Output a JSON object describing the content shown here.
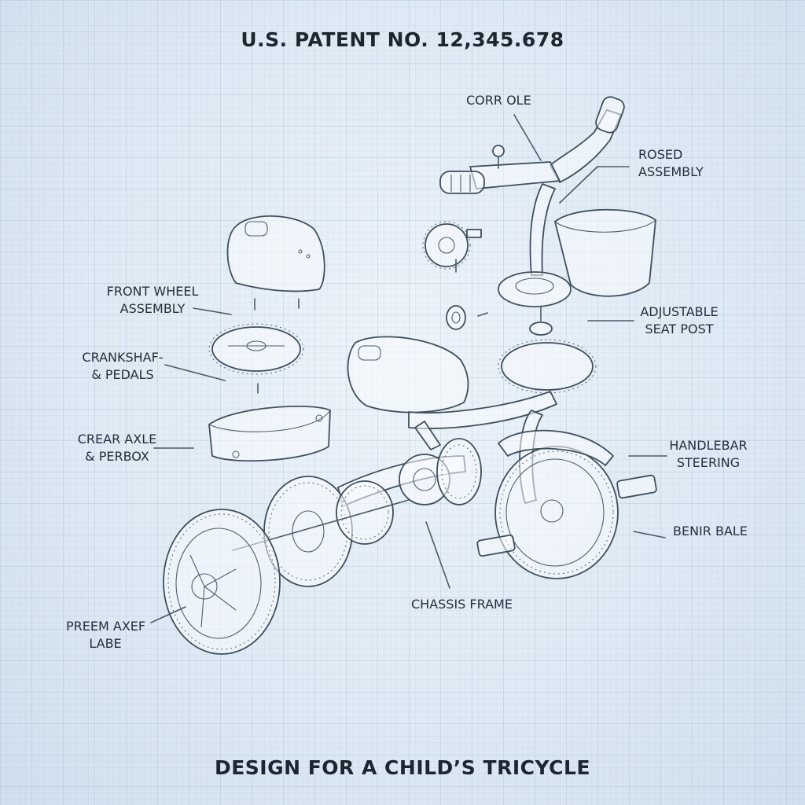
{
  "header": {
    "title": "U.S. PATENT NO. 12,345.678"
  },
  "footer": {
    "caption": "DESIGN FOR A CHILD’S TRICYCLE"
  },
  "labels": {
    "corr_ole": "CORR OLE",
    "rosed_assembly": "ROSED\nASSEMBLY",
    "front_wheel_assembly": "FRONT WHEEL\nASSEMBLY",
    "adjustable_seat_post": "ADJUSTABLE\nSEAT POST",
    "crankshaft_pedals": "CRANKSHAF‐\n& PEDALS",
    "crear_axle_perbox": "CREAR AXLE\n& PERBOX",
    "handlebar_steering": "HANDLEBAR\nSTEERING",
    "benir_bale": "BENIR BALE",
    "chassis_frame": "CHASSIS FRAME",
    "preem_axef_labe": "PREEM AXEF\nLABE"
  },
  "colors": {
    "ink": "#3f4f5e",
    "background": "#dfeaf4"
  }
}
